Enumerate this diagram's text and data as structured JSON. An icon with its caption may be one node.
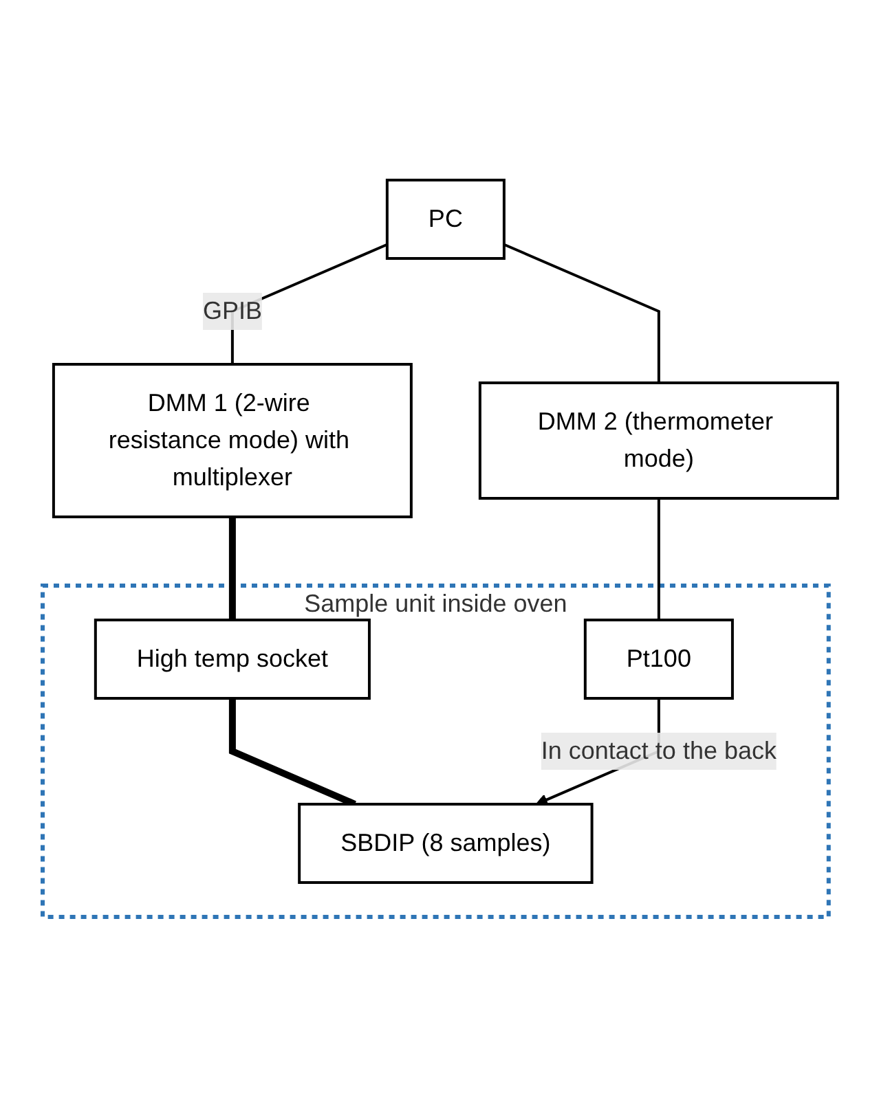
{
  "diagram": {
    "nodes": [
      {
        "text": [
          "PC"
        ]
      },
      {
        "text": [
          "DMM 1 (2-wire resistance mode) with multiplexer"
        ]
      },
      {
        "text": [
          "DMM 2 (thermometer mode)"
        ]
      },
      {
        "text": [
          "Sample unit inside oven"
        ]
      },
      {
        "text": [
          "High temp socket"
        ],
        "in": 3
      },
      {
        "text": [
          "Pt100"
        ],
        "in": 3
      },
      {
        "text": [
          "SBDIP (8 samples)"
        ],
        "in": 3
      }
    ],
    "edges": [
      {
        "from": 0,
        "to": 1,
        "arrow": "none",
        "label": "GPIB"
      },
      {
        "from": 0,
        "to": 2,
        "arrow": "none"
      },
      {
        "from": 1,
        "to": 4,
        "arrow": "none",
        "style": "thick"
      },
      {
        "from": 2,
        "to": 5,
        "arrow": "none"
      },
      {
        "from": 4,
        "to": 6,
        "arrow": "none",
        "style": "thick"
      },
      {
        "from": 5,
        "to": 6,
        "arrow": "to",
        "label": "In contact to the back"
      }
    ]
  }
}
